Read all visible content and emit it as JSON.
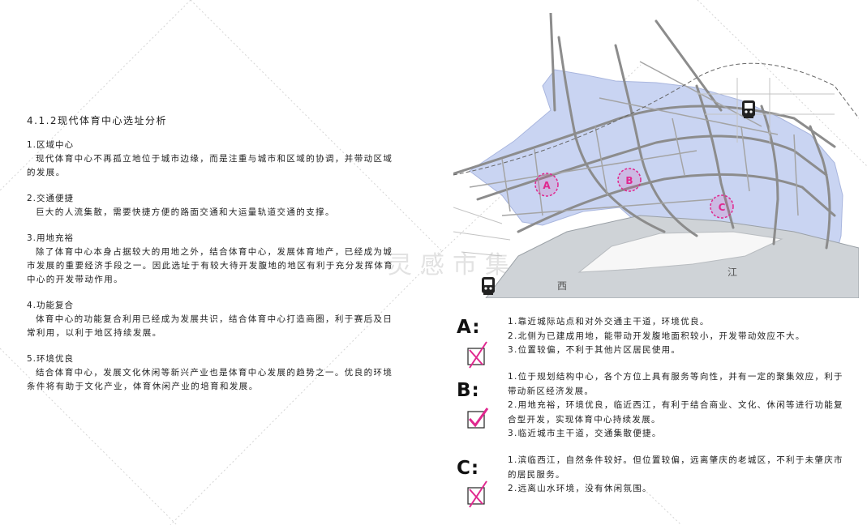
{
  "section": {
    "title": "4.1.2现代体育中心选址分析",
    "items": [
      {
        "heading": "1.区域中心",
        "text": "现代体育中心不再孤立地位于城市边缘，而是注重与城市和区域的协调，并带动区域的发展。"
      },
      {
        "heading": "2.交通便捷",
        "text": "巨大的人流集散，需要快捷方便的路面交通和大运量轨道交通的支撑。"
      },
      {
        "heading": "3.用地充裕",
        "text": "除了体育中心本身占据较大的用地之外，结合体育中心，发展体育地产，已经成为城市发展的重要经济手段之一。因此选址于有较大待开发腹地的地区有利于充分发挥体育中心的开发带动作用。"
      },
      {
        "heading": "4.功能复合",
        "text": "体育中心的功能复合利用已经成为发展共识，结合体育中心打造商圈，利于赛后及日常利用，以利于地区持续发展。"
      },
      {
        "heading": "5.环境优良",
        "text": "结合体育中心，发展文化休闲等新兴产业也是体育中心发展的趋势之一。优良的环境条件将有助于文化产业，体育休闲产业的培育和发展。"
      }
    ]
  },
  "watermark": "灵感市集",
  "map": {
    "markers": [
      "A",
      "B",
      "C"
    ],
    "river_labels": [
      "西",
      "江"
    ],
    "icons": [
      "train-station-icon",
      "train-station-icon"
    ],
    "colors": {
      "district": "#c9d4f2",
      "marker": "#e0288f",
      "road": "#8c8c8c",
      "water": "#cfd3d7"
    }
  },
  "options": [
    {
      "letter": "A:",
      "result": "rejected",
      "points": [
        "1.靠近城际站点和对外交通主干道，环境优良。",
        "2.北侧为已建成用地，能带动开发腹地面积较小，开发带动效应不大。",
        "3.位置较偏，不利于其他片区居民使用。"
      ]
    },
    {
      "letter": "B:",
      "result": "selected",
      "points": [
        "1.位于规划结构中心，各个方位上具有服务等向性，并有一定的聚集效应，利于带动新区经济发展。",
        "2.用地充裕，环境优良，临近西江，有利于结合商业、文化、休闲等进行功能复合型开发，实现体育中心持续发展。",
        "3.临近城市主干道，交通集散便捷。"
      ]
    },
    {
      "letter": "C:",
      "result": "rejected",
      "points": [
        "1.滨临西江，自然条件较好。但位置较偏，远离肇庆的老城区，不利于未肇庆市的居民服务。",
        "2.远离山水环境，没有休闲氛围。"
      ]
    }
  ]
}
